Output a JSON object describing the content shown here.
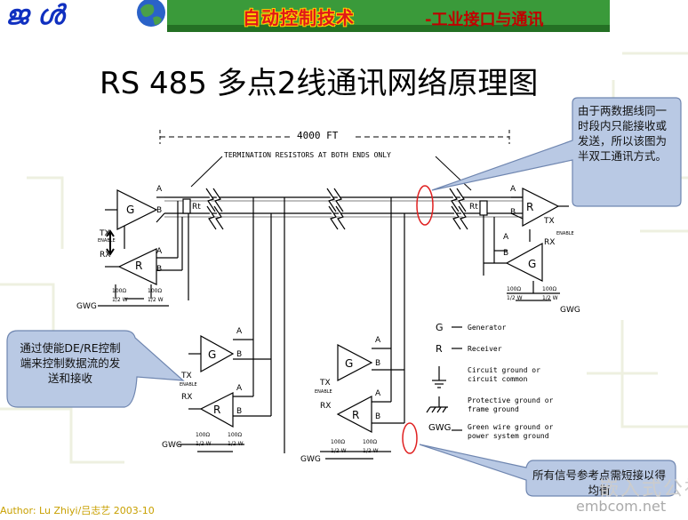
{
  "header": {
    "logo_text": "ജ ൾ",
    "title": "自动控制技术",
    "subtitle": "-工业接口与通讯"
  },
  "main_title": "RS 485 多点2线通讯网络原理图",
  "diagram": {
    "distance_label": "4000 FT",
    "termination_label": "TERMINATION RESISTORS AT BOTH ENDS ONLY",
    "rt_label": "Rt",
    "pin_a": "A",
    "pin_b": "B",
    "gate_g": "G",
    "gate_r": "R",
    "tx": "TX",
    "rx": "RX",
    "enable": "ENABLE",
    "gwg": "GWG",
    "res_100": "100Ω",
    "res_half_w": "1/2 W"
  },
  "legend": {
    "items": [
      {
        "symbol": "G",
        "text": "Generator"
      },
      {
        "symbol": "R",
        "text": "Receiver"
      },
      {
        "symbol": "",
        "text": "Circuit ground or circuit common"
      },
      {
        "symbol": "",
        "text": "Protective ground or frame ground"
      },
      {
        "symbol": "GWG",
        "text": "Green wire ground or power system ground"
      }
    ]
  },
  "callouts": {
    "right": "由于两数据线同一时段内只能接收或发送，所以该图为半双工通讯方式。",
    "left": "通过使能DE/RE控制端来控制数据流的发送和接收",
    "bottom": "所有信号参考点需短接以得均衡"
  },
  "footer": {
    "author": "Author: Lu Zhiyi/吕志艺 2003-10"
  },
  "watermark": {
    "name": "嵌入式公社",
    "url": "embcom.net"
  },
  "colors": {
    "header_green": "#2f8f2f",
    "title_red": "#e01818",
    "callout_fill": "#b9c9e4",
    "highlight_red": "#e02020"
  }
}
